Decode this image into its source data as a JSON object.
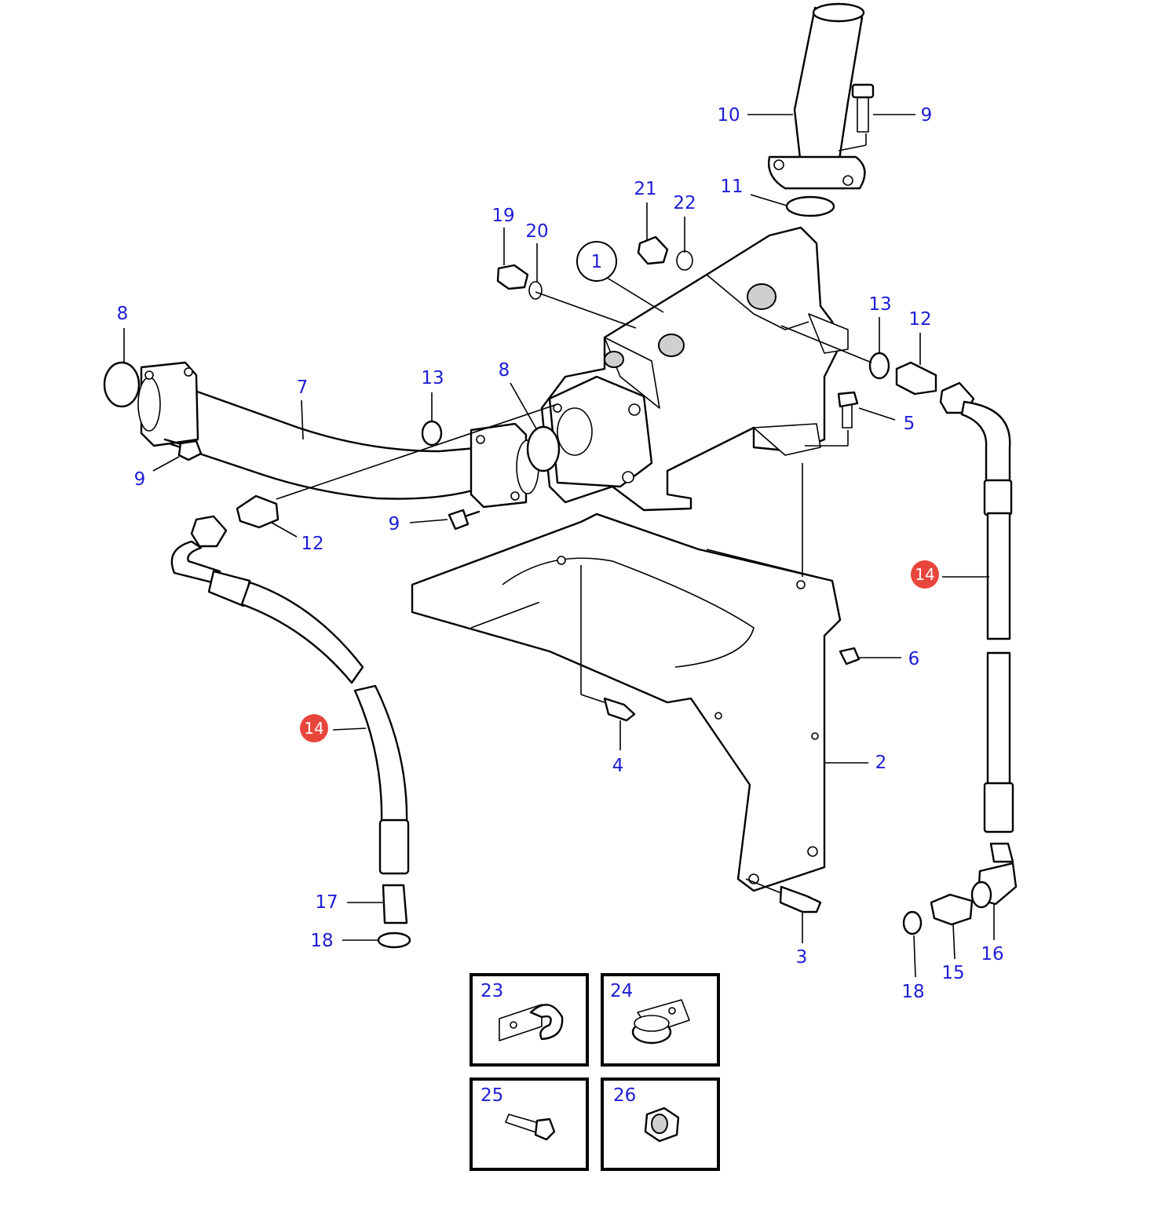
{
  "colors": {
    "callout_text": "#1d1dd6",
    "highlight_badge": "#e8453c",
    "line": "#000000",
    "background": "#ffffff"
  },
  "callouts": {
    "c1": "1",
    "c2": "2",
    "c3": "3",
    "c4": "4",
    "c5": "5",
    "c6": "6",
    "c7": "7",
    "c8a": "8",
    "c8b": "8",
    "c9a": "9",
    "c9b": "9",
    "c9c": "9",
    "c10": "10",
    "c11": "11",
    "c12a": "12",
    "c12b": "12",
    "c13a": "13",
    "c13b": "13",
    "c14a": "14",
    "c14b": "14",
    "c15": "15",
    "c16": "16",
    "c17": "17",
    "c18a": "18",
    "c18b": "18",
    "c19": "19",
    "c20": "20",
    "c21": "21",
    "c22": "22"
  },
  "inset_boxes": {
    "b23": "23",
    "b24": "24",
    "b25": "25",
    "b26": "26"
  }
}
